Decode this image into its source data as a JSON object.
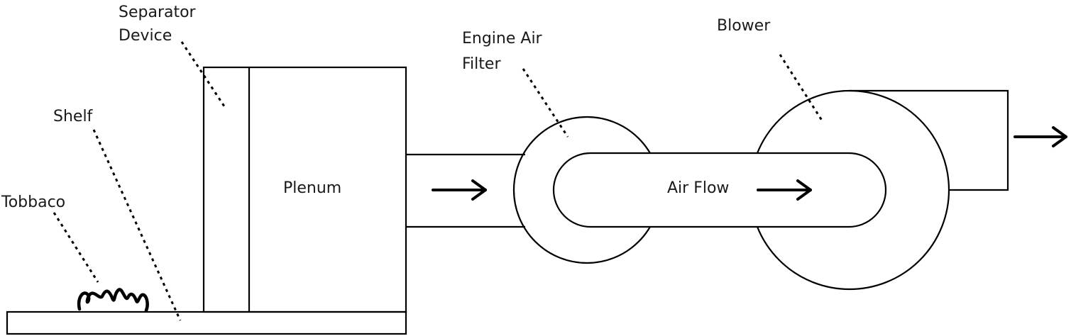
{
  "labels": {
    "separator_line1": "Separator",
    "separator_line2": "Device",
    "shelf": "Shelf",
    "tobbaco": "Tobbaco",
    "plenum": "Plenum",
    "filter_line1": "Engine Air",
    "filter_line2": "Filter",
    "blower": "Blower",
    "air_flow": "Air Flow"
  }
}
